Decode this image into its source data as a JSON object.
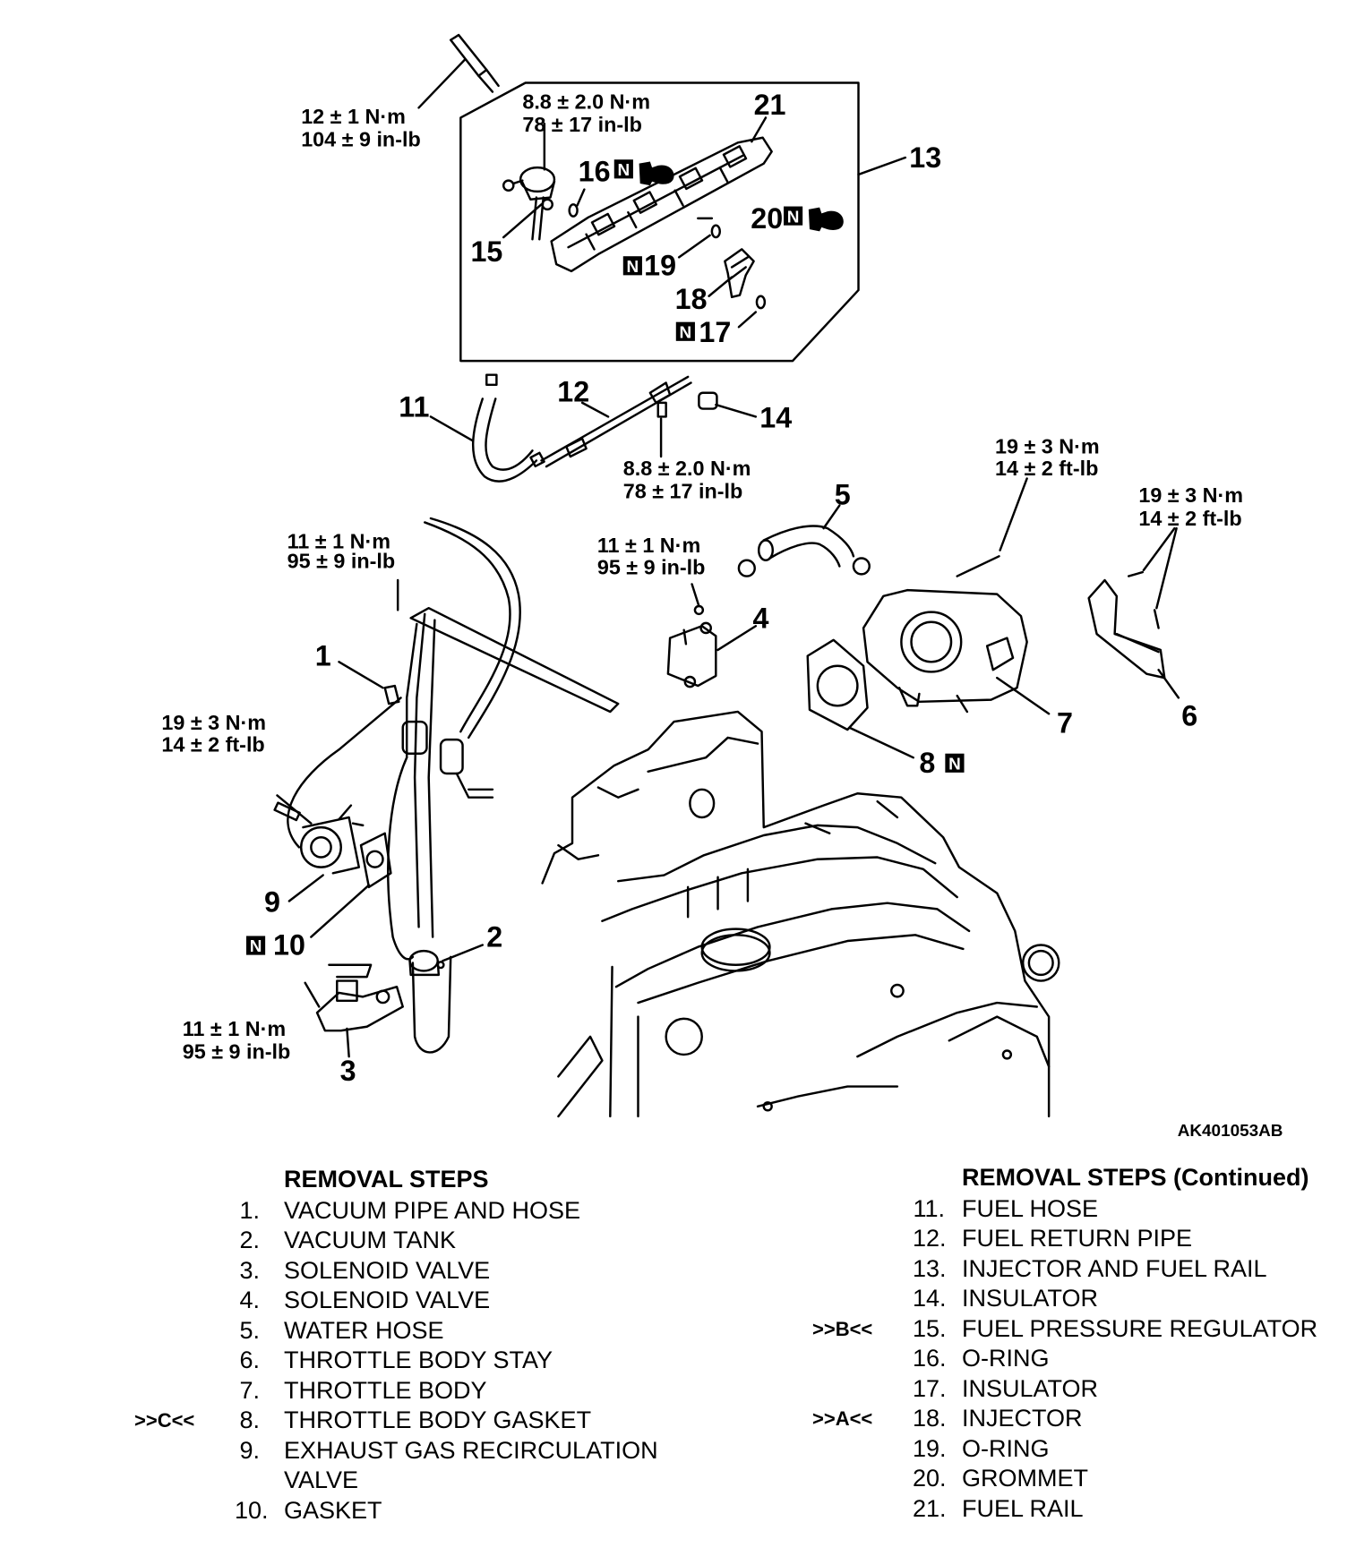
{
  "diagram": {
    "figure_code": "AK401053AB",
    "callouts": {
      "c1": "1",
      "c2": "2",
      "c3": "3",
      "c4": "4",
      "c5": "5",
      "c6": "6",
      "c7": "7",
      "c8": "8",
      "c9": "9",
      "c10": "10",
      "c11": "11",
      "c12": "12",
      "c13": "13",
      "c14": "14",
      "c15": "15",
      "c16": "16",
      "c17": "17",
      "c18": "18",
      "c19": "19",
      "c20": "20",
      "c21": "21"
    },
    "new_part_symbol": "N",
    "torques": {
      "t12_nm": "12 ± 1 N·m",
      "t12_in": "104 ± 9 in-lb",
      "t88a_nm": "8.8 ± 2.0 N·m",
      "t88a_in": "78 ± 17 in-lb",
      "t88b_nm": "8.8 ± 2.0 N·m",
      "t88b_in": "78 ± 17 in-lb",
      "t11a_nm": "11 ± 1 N·m",
      "t11a_in": "95 ± 9 in-lb",
      "t11b_nm": "11 ± 1 N·m",
      "t11b_in": "95 ± 9 in-lb",
      "t11c_nm": "11 ± 1 N·m",
      "t11c_in": "95 ± 9 in-lb",
      "t19a_nm": "19 ± 3 N·m",
      "t19a_ft": "14 ± 2 ft-lb",
      "t19b_nm": "19 ± 3 N·m",
      "t19b_ft": "14 ± 2 ft-lb",
      "t19c_nm": "19 ± 3 N·m",
      "t19c_ft": "14 ± 2 ft-lb"
    }
  },
  "removal_steps": {
    "heading": "REMOVAL STEPS",
    "items": [
      {
        "marker": "",
        "num": "1.",
        "text": "VACUUM PIPE AND HOSE"
      },
      {
        "marker": "",
        "num": "2.",
        "text": "VACUUM TANK"
      },
      {
        "marker": "",
        "num": "3.",
        "text": "SOLENOID VALVE"
      },
      {
        "marker": "",
        "num": "4.",
        "text": "SOLENOID VALVE"
      },
      {
        "marker": "",
        "num": "5.",
        "text": "WATER HOSE"
      },
      {
        "marker": "",
        "num": "6.",
        "text": "THROTTLE BODY STAY"
      },
      {
        "marker": "",
        "num": "7.",
        "text": "THROTTLE BODY"
      },
      {
        "marker": ">>C<<",
        "num": "8.",
        "text": "THROTTLE BODY GASKET"
      },
      {
        "marker": "",
        "num": "9.",
        "text": "EXHAUST GAS RECIRCULATION"
      },
      {
        "marker": "",
        "num": "",
        "text": "VALVE"
      },
      {
        "marker": "",
        "num": "10.",
        "text": "GASKET"
      }
    ]
  },
  "removal_steps_continued": {
    "heading": "REMOVAL STEPS (Continued)",
    "items": [
      {
        "marker": "",
        "num": "11.",
        "text": "FUEL HOSE"
      },
      {
        "marker": "",
        "num": "12.",
        "text": "FUEL RETURN PIPE"
      },
      {
        "marker": "",
        "num": "13.",
        "text": "INJECTOR AND FUEL RAIL"
      },
      {
        "marker": "",
        "num": "14.",
        "text": "INSULATOR"
      },
      {
        "marker": ">>B<<",
        "num": "15.",
        "text": "FUEL PRESSURE REGULATOR"
      },
      {
        "marker": "",
        "num": "16.",
        "text": "O-RING"
      },
      {
        "marker": "",
        "num": "17.",
        "text": "INSULATOR"
      },
      {
        "marker": ">>A<<",
        "num": "18.",
        "text": "INJECTOR"
      },
      {
        "marker": "",
        "num": "19.",
        "text": "O-RING"
      },
      {
        "marker": "",
        "num": "20.",
        "text": "GROMMET"
      },
      {
        "marker": "",
        "num": "21.",
        "text": "FUEL RAIL"
      }
    ]
  }
}
